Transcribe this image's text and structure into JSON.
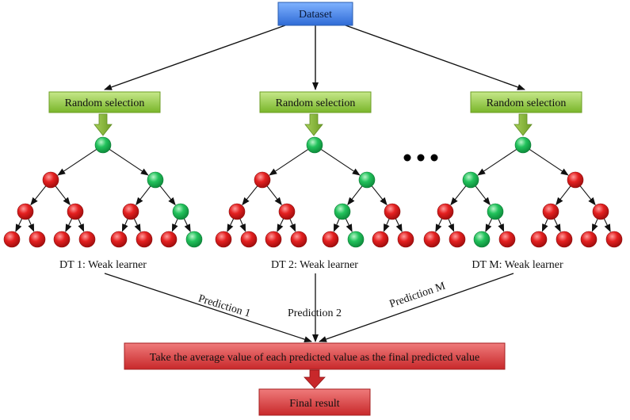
{
  "dataset_label": "Dataset",
  "random_selection_labels": [
    "Random selection",
    "Random selection",
    "Random selection"
  ],
  "learner_labels": [
    "DT 1: Weak learner",
    "DT 2: Weak learner",
    "DT M: Weak learner"
  ],
  "prediction_labels": [
    "Prediction 1",
    "Prediction 2",
    "Prediction M"
  ],
  "aggregate_label": "Take the average value of each predicted value as the final predicted value",
  "final_label": "Final result",
  "colors": {
    "dataset_fill": "#3f7fe0",
    "selection_fill": "#8cc63f",
    "aggregate_fill": "#d9383a",
    "node_red": "#e01e1e",
    "node_green": "#1fc25a",
    "edge": "#111111"
  },
  "trees": [
    {
      "green_nodes": [
        "root",
        "R",
        "RR",
        "RRR"
      ]
    },
    {
      "green_nodes": [
        "root",
        "R",
        "RL",
        "RLR"
      ]
    },
    {
      "green_nodes": [
        "root",
        "L",
        "LR",
        "LRL"
      ]
    }
  ]
}
